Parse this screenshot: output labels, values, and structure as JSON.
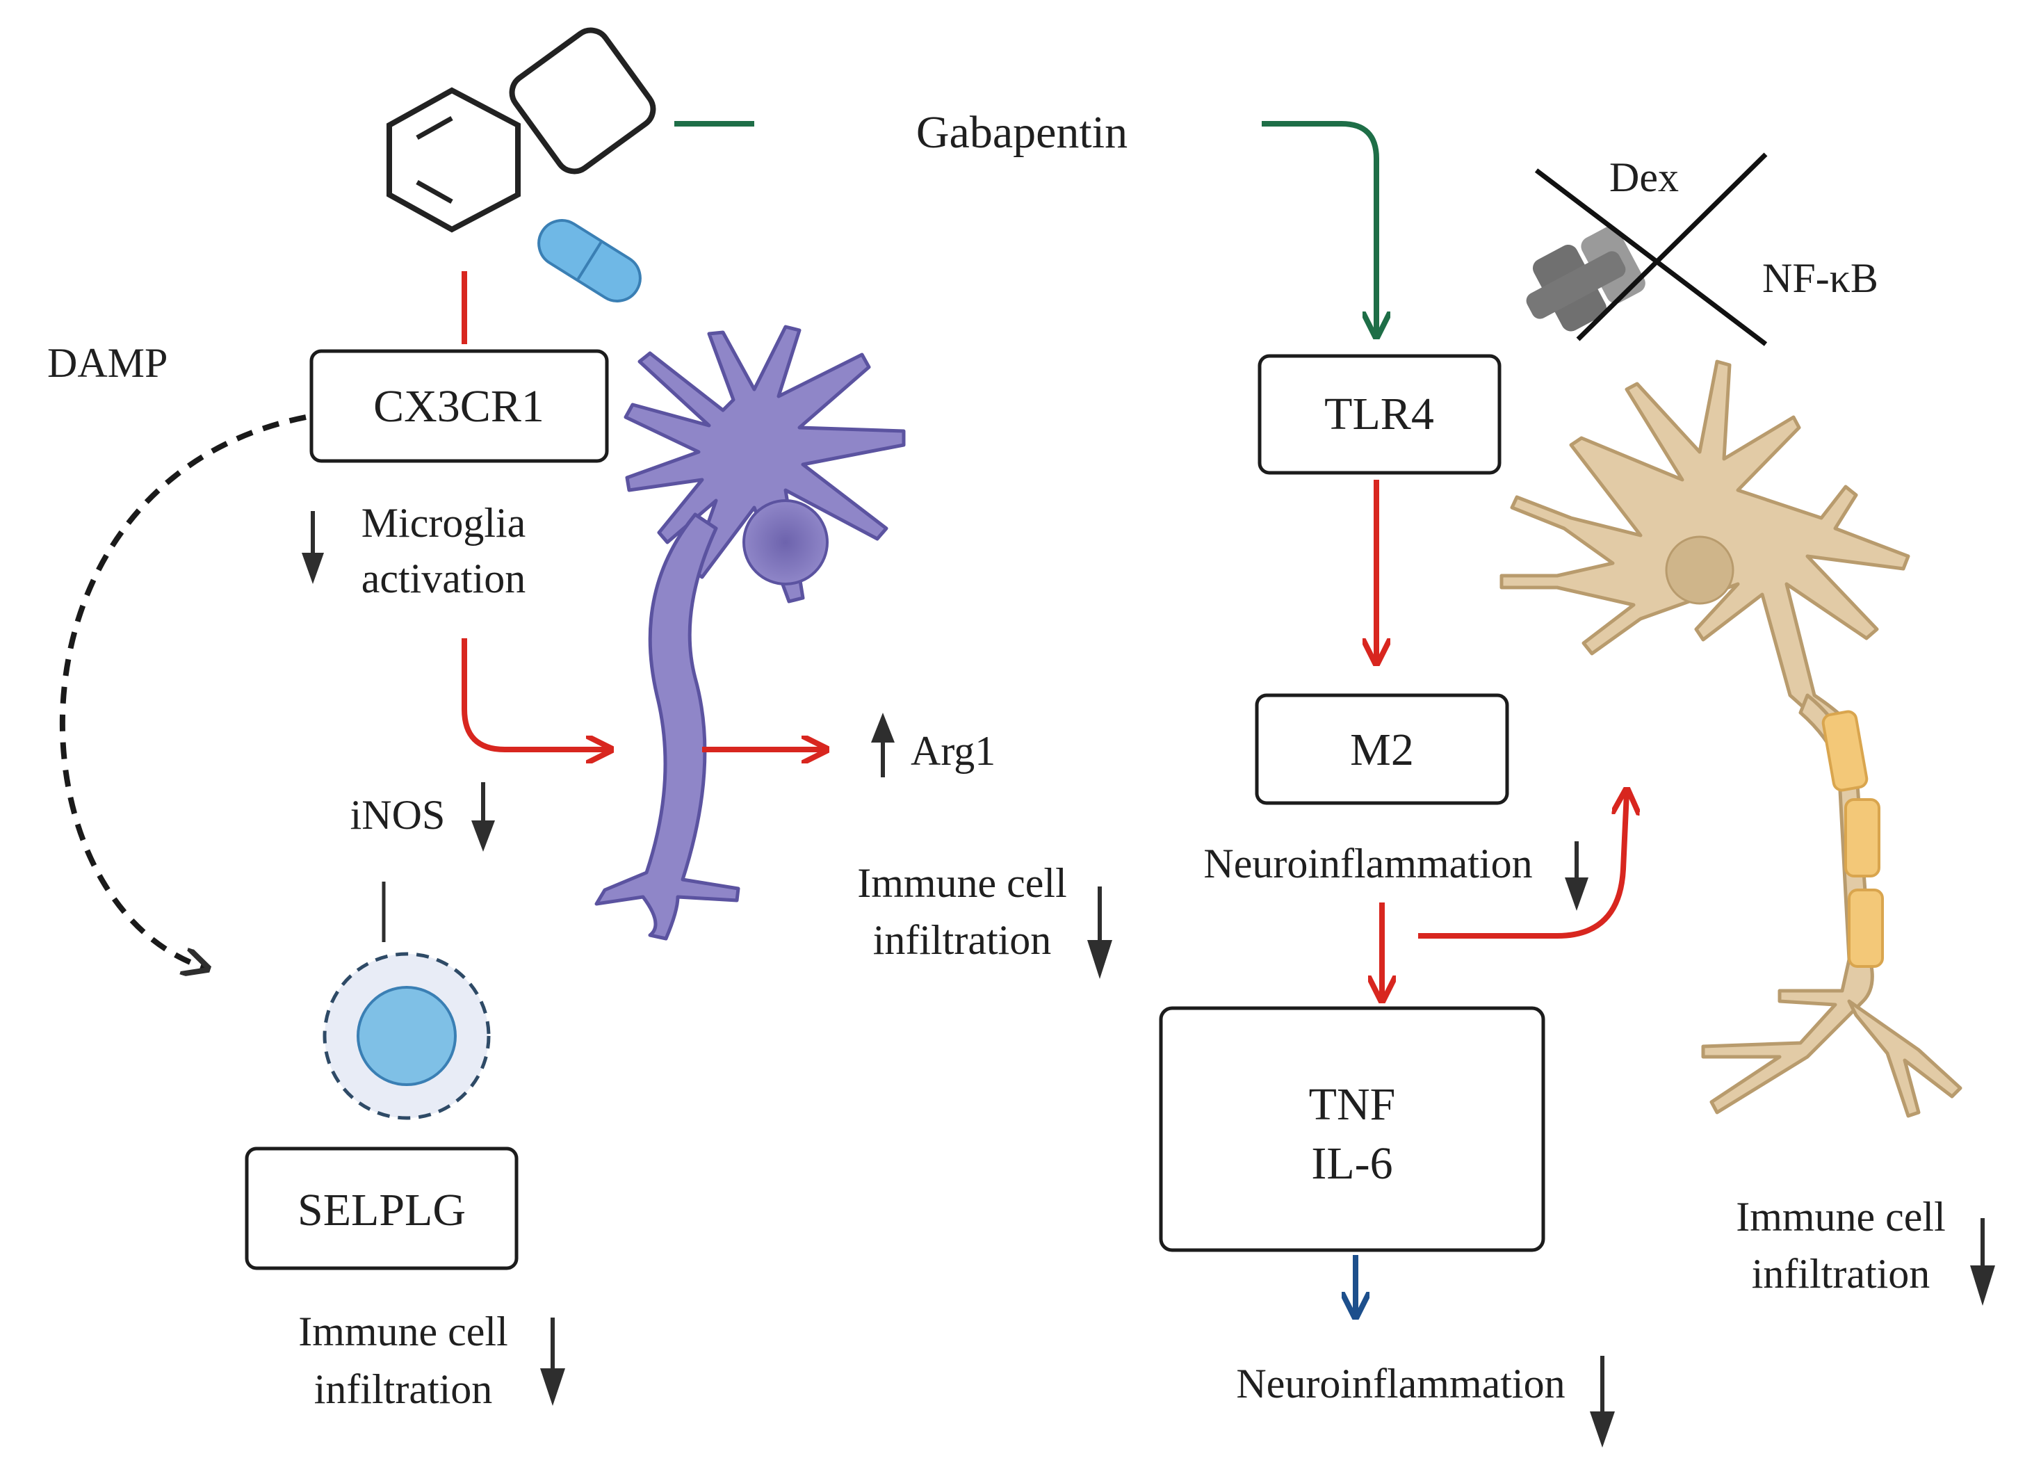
{
  "labels": {
    "gabapentin": "Gabapentin",
    "dex": "Dex",
    "nfkb": "NF-κB",
    "damp": "DAMP",
    "microglia_line1": "Microglia",
    "microglia_line2": "activation",
    "inos": "iNOS",
    "arg1": "Arg1",
    "immune_mid_line1": "Immune cell",
    "immune_mid_line2": "infiltration",
    "immune_left_line1": "Immune cell",
    "immune_left_line2": "infiltration",
    "immune_right_line1": "Immune cell",
    "immune_right_line2": "infiltration",
    "neuroinflammation_mid": "Neuroinflammation",
    "neuroinflammation_bottom": "Neuroinflammation"
  },
  "boxes": {
    "cx3cr1": "CX3CR1",
    "tlr4": "TLR4",
    "m2": "M2",
    "tnf": "TNF",
    "il6": "IL-6",
    "selplg": "SELPLG"
  },
  "colors": {
    "activation_arrow": "#d8261f",
    "gabapentin_arrow": "#1e6e47",
    "output_arrow": "#1d4f8c",
    "microglia_cell": "#8f86c8",
    "neuron_cell": "#e2cba6",
    "myelin": "#f3c878",
    "immune_cell": "#7fc0e6",
    "capsule": "#6fb8e6"
  },
  "icons": [
    "gabapentin-structure-icon",
    "capsule-icon",
    "microglia-cell-icon",
    "neuron-cell-icon",
    "immune-cell-icon",
    "dex-nfkb-blocked-icon"
  ]
}
